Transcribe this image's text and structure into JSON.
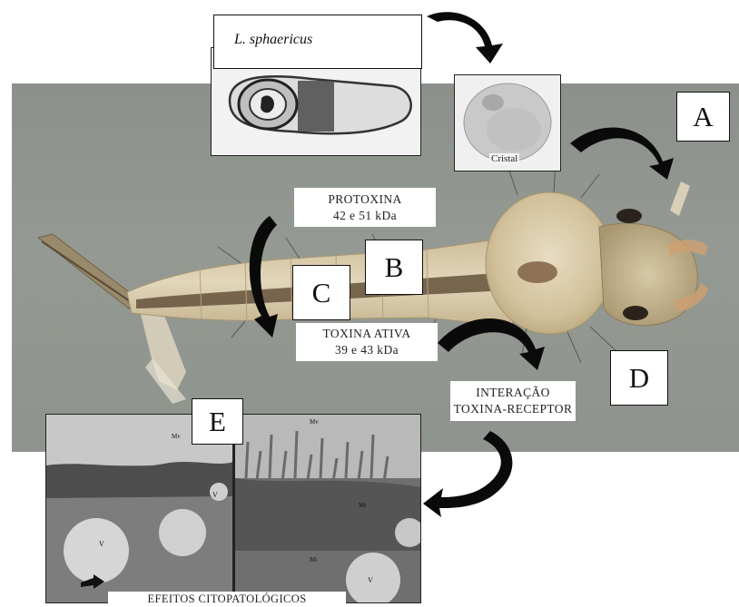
{
  "labels": {
    "species": "L. sphaericus",
    "crystal": "Cristal",
    "protoxin_line1": "PROTOXINA",
    "protoxin_line2": "42 e 51  kDa",
    "active_toxin_line1": "TOXINA ATIVA",
    "active_toxin_line2": "39 e 43  kDa",
    "interaction_line1": "INTERAÇÃO",
    "interaction_line2": "TOXINA-RECEPTOR",
    "effects": "EFEITOS CITOPATOLÓGICOS"
  },
  "steps": {
    "a": "A",
    "b": "B",
    "c": "C",
    "d": "D",
    "e": "E"
  },
  "micrograph_labels": {
    "mv_left": "Mv",
    "mv_right": "Mv",
    "mt_right_1": "Mt",
    "mt_right_2": "Mt",
    "v_left_1": "V",
    "v_left_2": "V",
    "v_right": "V"
  },
  "colors": {
    "background_photo": "#8d938c",
    "larva_body": "#d8c8a6",
    "gut": "#5a4530",
    "arrow": "#0a0a0a"
  }
}
